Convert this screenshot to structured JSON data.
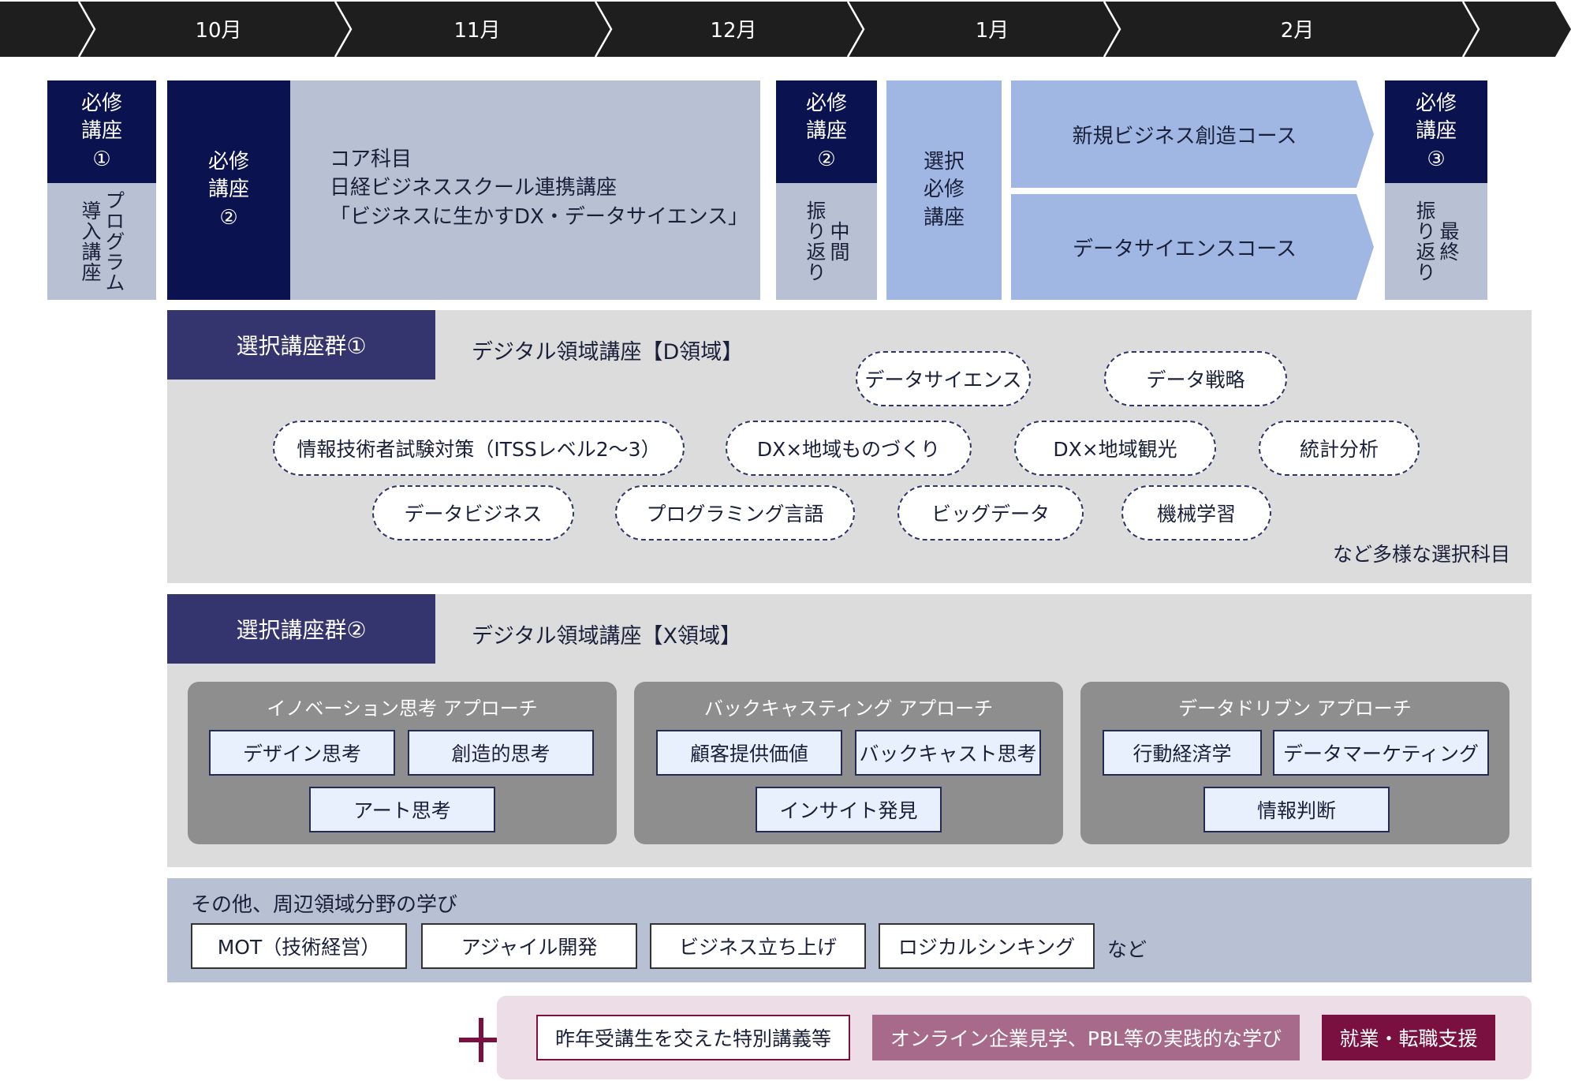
{
  "timeline": {
    "months": [
      "10月",
      "11月",
      "12月",
      "1月",
      "2月"
    ]
  },
  "top_blocks": {
    "required1": {
      "title": "必修\n講座\n①",
      "sub": "プログラム\n導入講座"
    },
    "required2_core": {
      "title": "必修\n講座\n②",
      "text": "コア科目\n日経ビジネススクール連携講座\n「ビジネスに生かすDX・データサイエンス」"
    },
    "required2_mid": {
      "title": "必修\n講座\n②",
      "sub": "中間\n振り返り"
    },
    "elective_required": {
      "title": "選択\n必修\n講座"
    },
    "courses": [
      "新規ビジネス創造コース",
      "データサイエンスコース"
    ],
    "required3": {
      "title": "必修\n講座\n③",
      "sub": "最終\n振り返り"
    }
  },
  "group1": {
    "head": "選択講座群①",
    "subtitle": "デジタル領域講座【D領域】",
    "pills": [
      "データサイエンス",
      "データ戦略",
      "情報技術者試験対策（ITSSレベル2～3）",
      "DX×地域ものづくり",
      "DX×地域観光",
      "統計分析",
      "データビジネス",
      "プログラミング言語",
      "ビッグデータ",
      "機械学習"
    ],
    "note": "など多様な選択科目"
  },
  "group2": {
    "head": "選択講座群②",
    "subtitle": "デジタル領域講座【X領域】",
    "approaches": [
      {
        "title": "イノベーション思考 アプローチ",
        "items": [
          "デザイン思考",
          "創造的思考",
          "アート思考"
        ]
      },
      {
        "title": "バックキャスティング アプローチ",
        "items": [
          "顧客提供価値",
          "バックキャスト思考",
          "インサイト発見"
        ]
      },
      {
        "title": "データドリブン アプローチ",
        "items": [
          "行動経済学",
          "データマーケティング",
          "情報判断"
        ]
      }
    ]
  },
  "others": {
    "title": "その他、周辺領域分野の学び",
    "items": [
      "MOT（技術経営）",
      "アジャイル開発",
      "ビジネス立ち上げ",
      "ロジカルシンキング"
    ],
    "suffix": "など"
  },
  "extras": {
    "items": [
      "昨年受講生を交えた特別講義等",
      "オンライン企業見学、PBL等の実践的な学び",
      "就業・転職支援"
    ]
  },
  "colors": {
    "navy": "#0b1250",
    "timeline": "#1e1e1e",
    "purple_head": "#34346f",
    "course_blue": "#9fb7e2",
    "maroon": "#7a1040",
    "mauve": "#a86a8a"
  }
}
